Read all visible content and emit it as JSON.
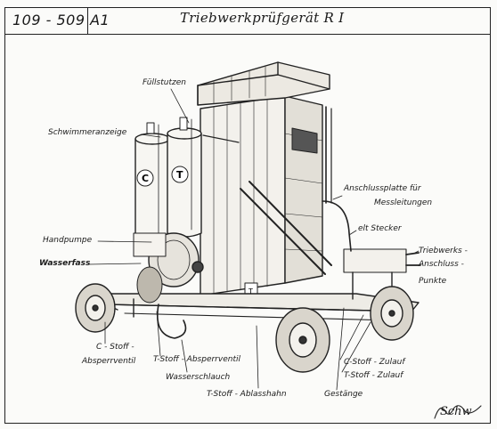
{
  "header": {
    "doc_number": "109 - 509 A1",
    "title": "Triebwerkprüfgerät R I"
  },
  "labels": {
    "fuellstutzen": "Füllstutzen",
    "schwimmeranzeige": "Schwimmeranzeige",
    "anschlussplatte_1": "Anschlussplatte für",
    "anschlussplatte_2": "Messleitungen",
    "elt_stecker": "elt Stecker",
    "triebwerks_1": "Triebwerks -",
    "triebwerks_2": "Anschluss -",
    "triebwerks_3": "Punkte",
    "handpumpe": "Handpumpe",
    "wasserfass": "Wasserfass",
    "c_stoff_1": "C - Stoff -",
    "c_stoff_2": "Absperrventil",
    "t_stoff_absperr": "T-Stoff - Absperrventil",
    "wasserschlauch": "Wasserschlauch",
    "t_stoff_ablass": "T-Stoff - Ablasshahn",
    "gestaenge": "Gestänge",
    "c_stoff_zulauf": "C-Stoff - Zulauf",
    "t_stoff_zulauf": "T-Stoff - Zulauf",
    "tank_c": "C",
    "tank_t": "T",
    "cabinet_t": "T",
    "signature": "Schw"
  }
}
